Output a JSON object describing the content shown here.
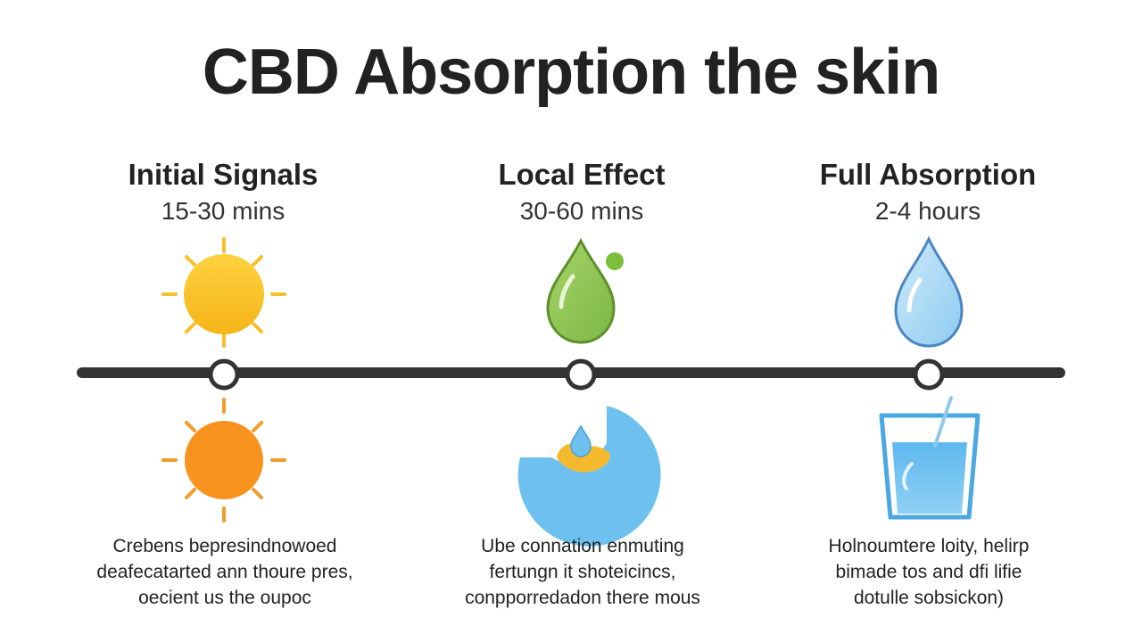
{
  "title": "CBD Absorption the skin",
  "stages": [
    {
      "title": "Initial Signals",
      "time": "15-30 mins",
      "top_icon": "sun-icon",
      "bottom_icon": "orange-sun-icon",
      "description": [
        "Crebens bepresindnowoed",
        "deafecatarted ann thoure pres,",
        "oecient us the oupoc"
      ]
    },
    {
      "title": "Local Effect",
      "time": "30-60 mins",
      "top_icon": "green-droplet-icon",
      "bottom_icon": "skin-droplet-icon",
      "description": [
        "Ube connation enmuting",
        "fertungn it shoteicincs,",
        "conpporredadon there mous"
      ]
    },
    {
      "title": "Full Absorption",
      "time": "2-4 hours",
      "top_icon": "blue-droplet-icon",
      "bottom_icon": "water-glass-icon",
      "description": [
        "Holnoumtere loity, helirp",
        "bimade tos and dfi lifie",
        "dotulle sobsickon)"
      ]
    }
  ],
  "colors": {
    "timeline": "#333333",
    "sun_yellow": "#FBBF24",
    "sun_orange": "#F7931E",
    "droplet_green": "#8BC34A",
    "droplet_blue": "#A7D8F5",
    "water_blue": "#6EC1EF"
  }
}
